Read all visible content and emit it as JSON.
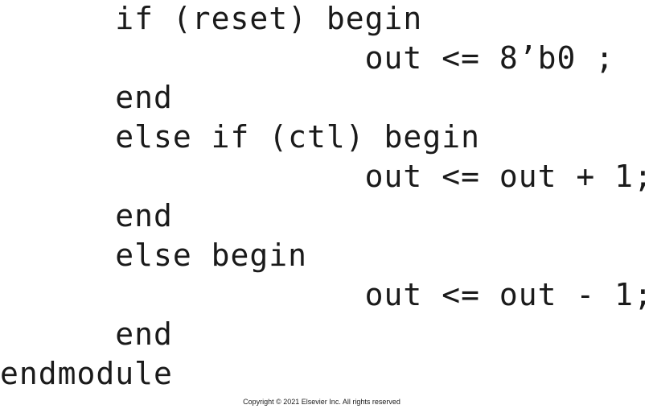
{
  "code": {
    "lines": [
      "      if (reset) begin",
      "                   out <= 8’b0 ;",
      "      end",
      "      else if (ctl) begin",
      "                   out <= out + 1;",
      "      end",
      "      else begin",
      "                   out <= out - 1;",
      "      end",
      "endmodule"
    ]
  },
  "footer": {
    "copyright": "Copyright © 2021 Elsevier Inc. All rights reserved"
  }
}
